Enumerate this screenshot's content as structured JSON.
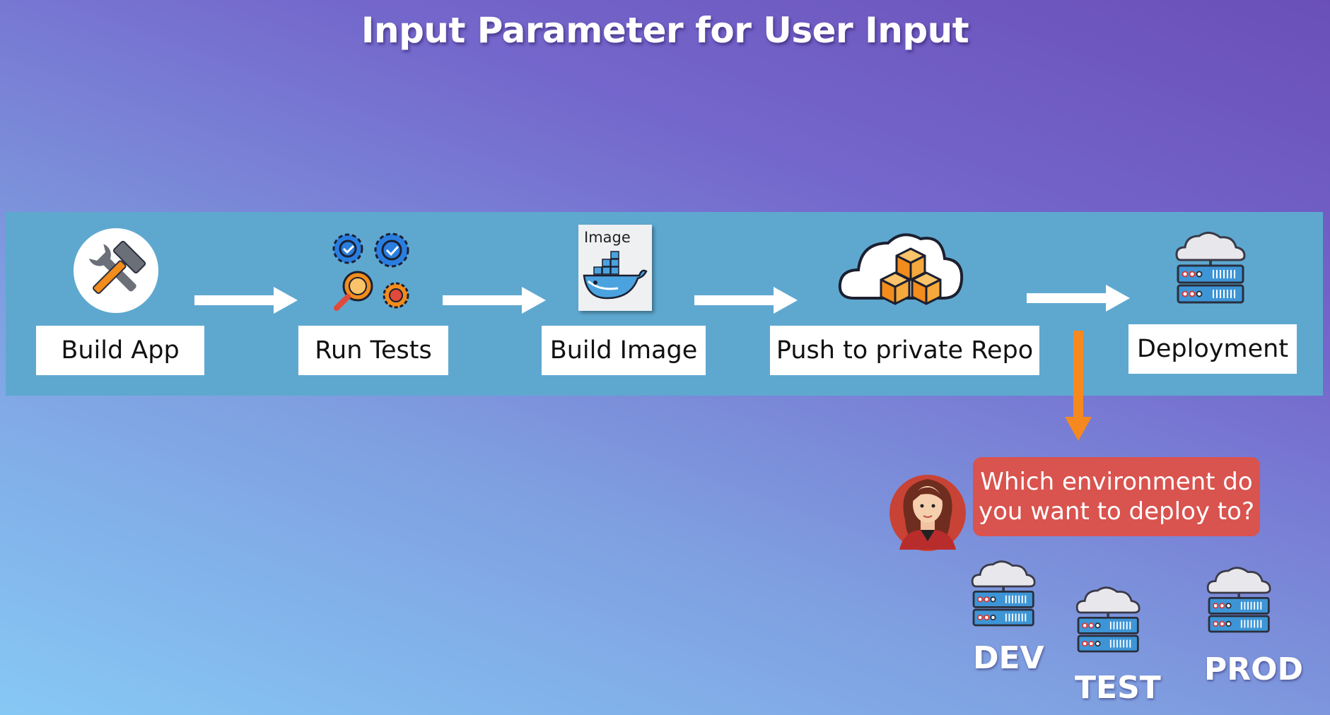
{
  "title": "Input Parameter for User Input",
  "steps": [
    {
      "label": "Build App",
      "icon": "hammer-wrench-icon"
    },
    {
      "label": "Run Tests",
      "icon": "gears-magnifier-icon"
    },
    {
      "label": "Build Image",
      "icon": "docker-image-icon",
      "icon_text": "Image"
    },
    {
      "label": "Push to private Repo",
      "icon": "cloud-boxes-icon"
    },
    {
      "label": "Deployment",
      "icon": "cloud-server-icon"
    }
  ],
  "prompt": {
    "line1": "Which environment do",
    "line2": "you want to deploy to?",
    "bubble_color": "#d9534f",
    "avatar_icon": "user-avatar-icon"
  },
  "environments": [
    {
      "label": "DEV",
      "icon": "cloud-server-icon"
    },
    {
      "label": "TEST",
      "icon": "cloud-server-icon"
    },
    {
      "label": "PROD",
      "icon": "cloud-server-icon"
    }
  ],
  "colors": {
    "band": "#5ea8d0",
    "decision_arrow": "#f5891f",
    "flow_arrow": "#ffffff"
  }
}
